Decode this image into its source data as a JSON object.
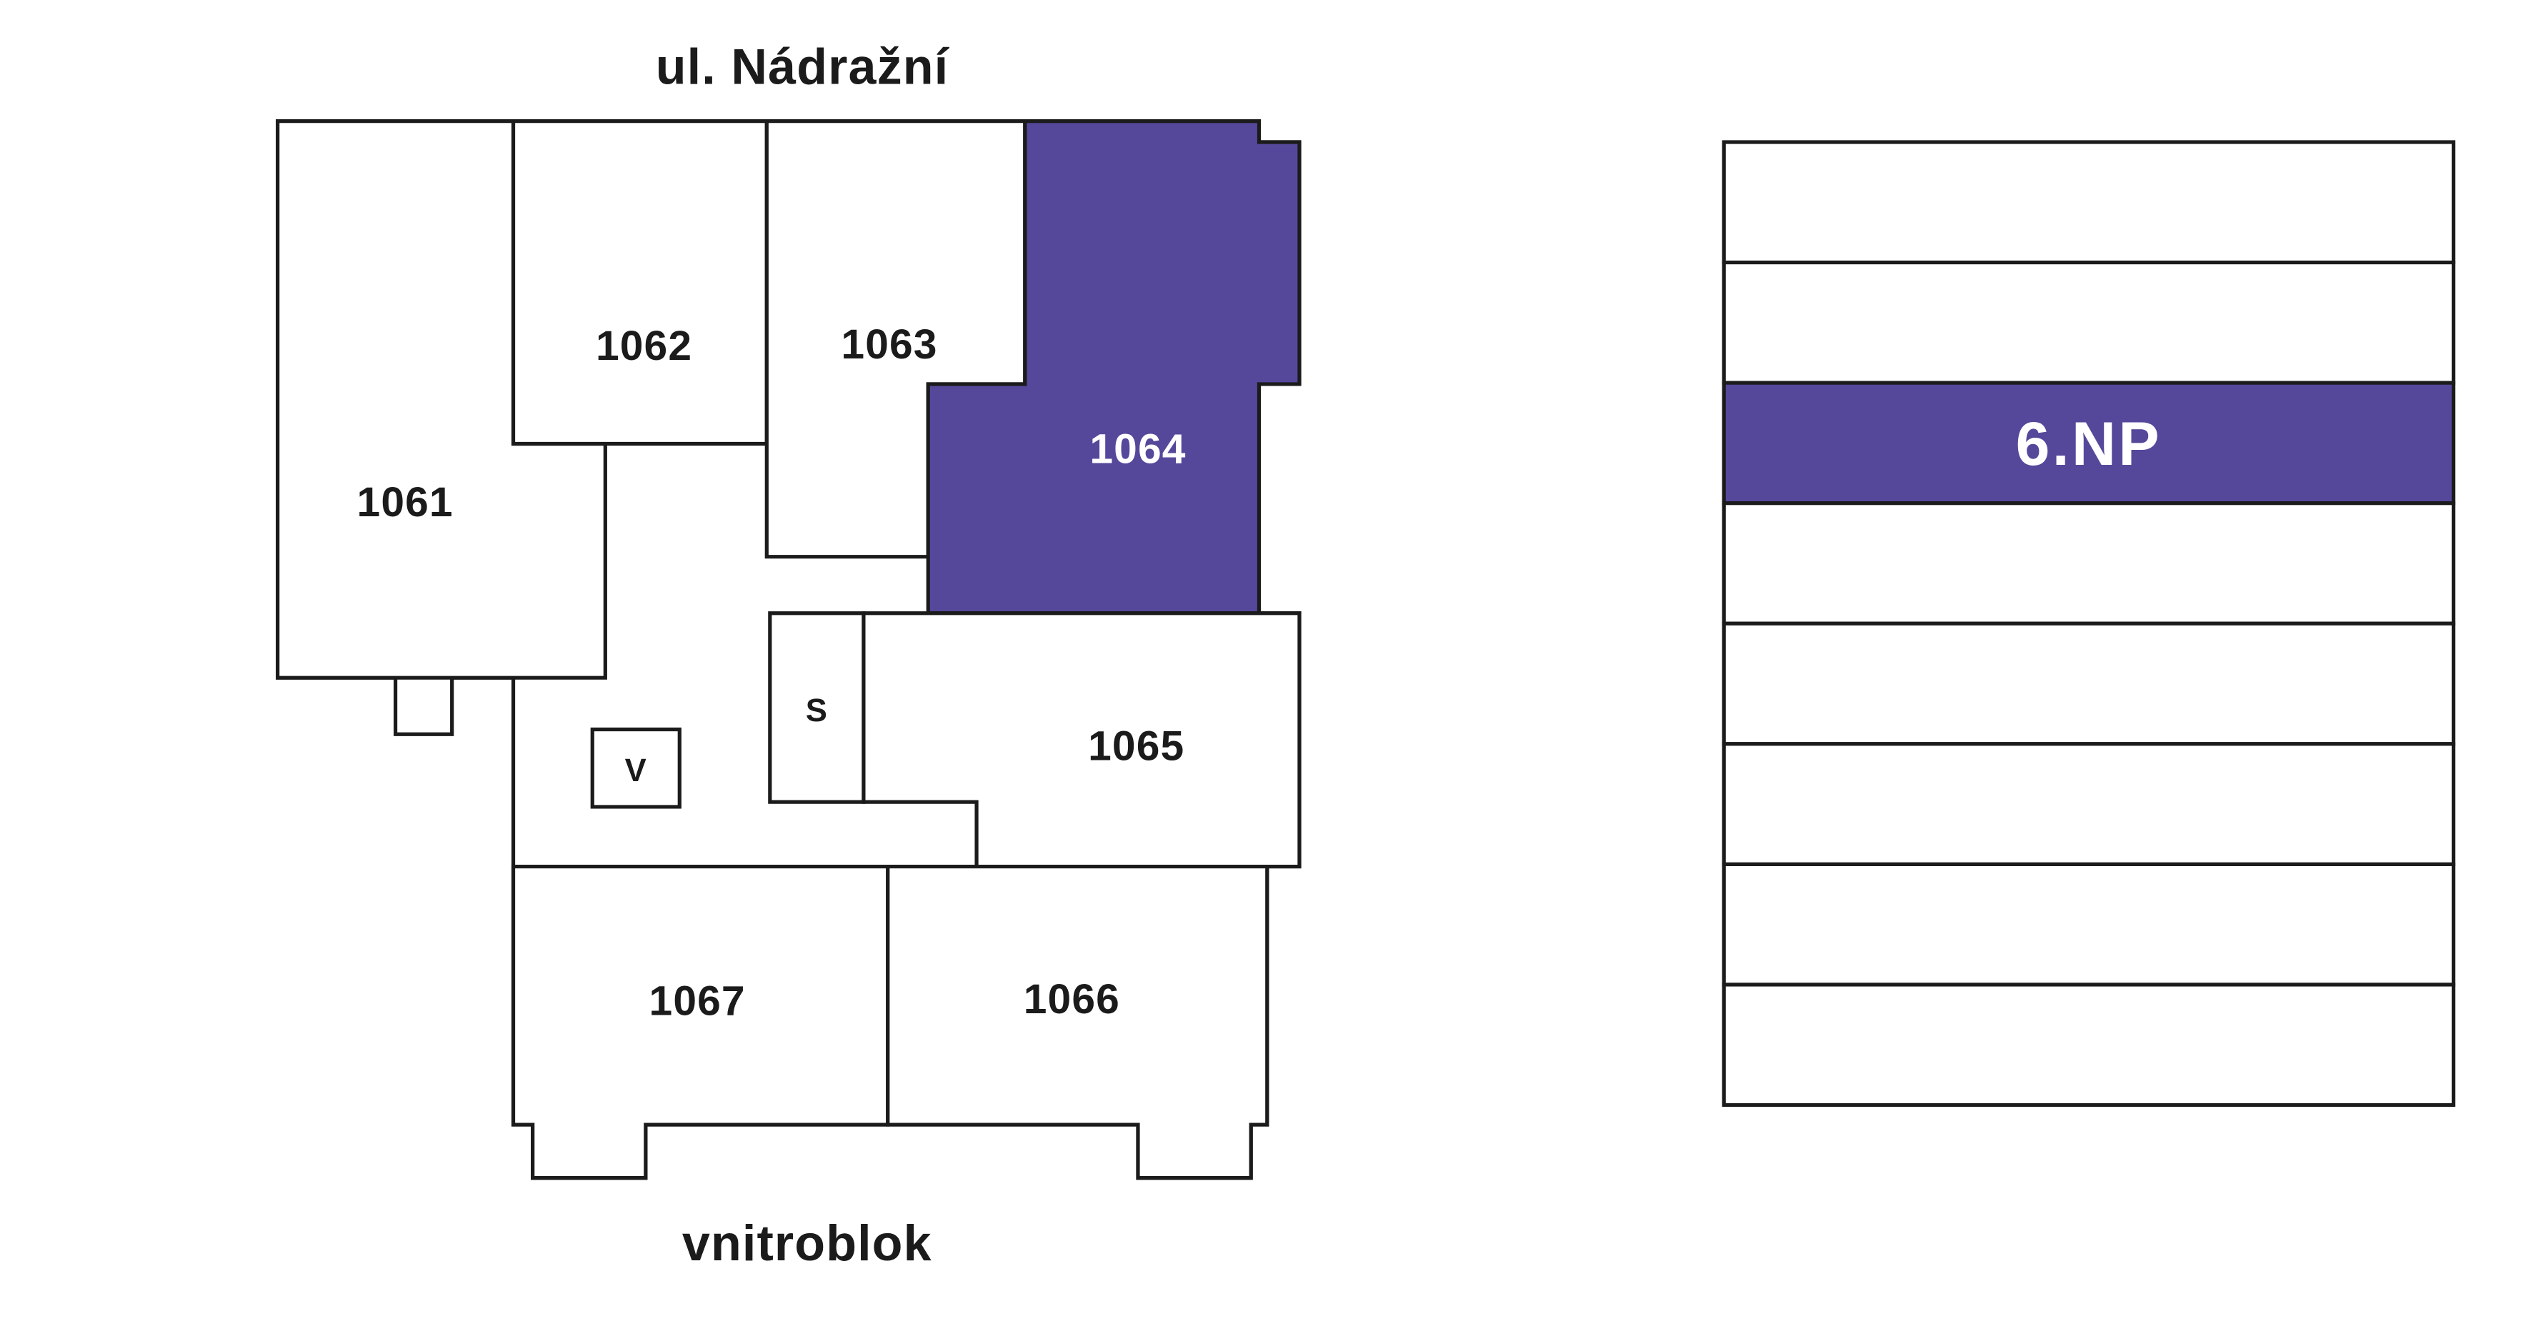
{
  "colors": {
    "highlight": "#55489b",
    "outline": "#1b1b1b",
    "unit_fill": "#ffffff",
    "text_dark": "#1b1b1b",
    "text_light": "#ffffff"
  },
  "floor_plan": {
    "street_label": "ul. Nádražní",
    "courtyard_label": "vnitroblok",
    "units": [
      {
        "label": "1061",
        "highlighted": false
      },
      {
        "label": "1062",
        "highlighted": false
      },
      {
        "label": "1063",
        "highlighted": false
      },
      {
        "label": "1064",
        "highlighted": true
      },
      {
        "label": "1065",
        "highlighted": false
      },
      {
        "label": "S",
        "highlighted": false
      },
      {
        "label": "V",
        "highlighted": false
      },
      {
        "label": "1066",
        "highlighted": false
      },
      {
        "label": "1067",
        "highlighted": false
      }
    ]
  },
  "floor_selector": {
    "selected_label": "6.NP",
    "selected_index": 2,
    "levels": [
      "",
      "",
      "6.NP",
      "",
      "",
      "",
      "",
      ""
    ]
  }
}
